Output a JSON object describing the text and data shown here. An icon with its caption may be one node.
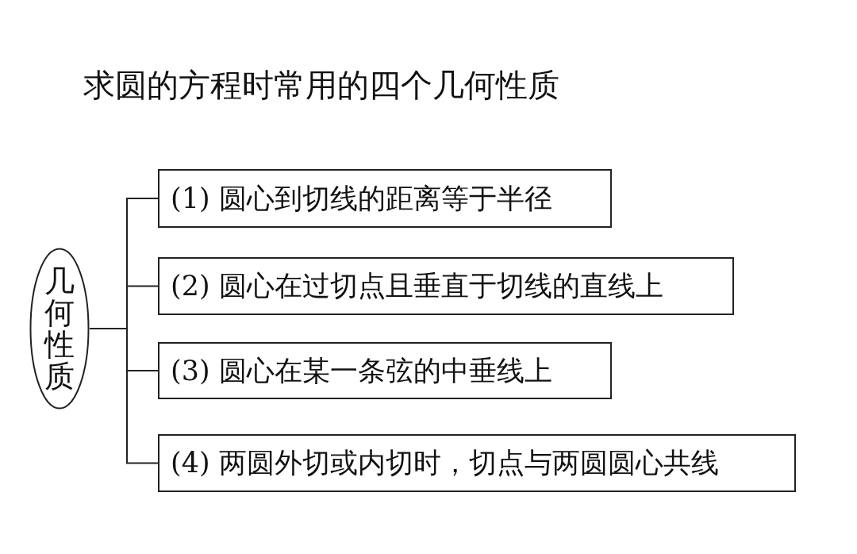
{
  "diagram": {
    "title": "求圆的方程时常用的四个几何性质",
    "nodes": [
      {
        "text": [
          "几何性质"
        ]
      },
      {
        "text": [
          "(1) 圆心到切线的距离等于半径"
        ]
      },
      {
        "text": [
          "(2) 圆心在过切点且垂直于切线的直线上"
        ]
      },
      {
        "text": [
          "(3) 圆心在某一条弦的中垂线上"
        ]
      },
      {
        "text": [
          "(4) 两圆外切或内切时，切点与两圆圆心共线"
        ]
      }
    ],
    "edges": [
      {
        "from": 0,
        "to": 1,
        "arrow": "none"
      },
      {
        "from": 0,
        "to": 2,
        "arrow": "none"
      },
      {
        "from": 0,
        "to": 3,
        "arrow": "none"
      },
      {
        "from": 0,
        "to": 4,
        "arrow": "none"
      }
    ]
  }
}
